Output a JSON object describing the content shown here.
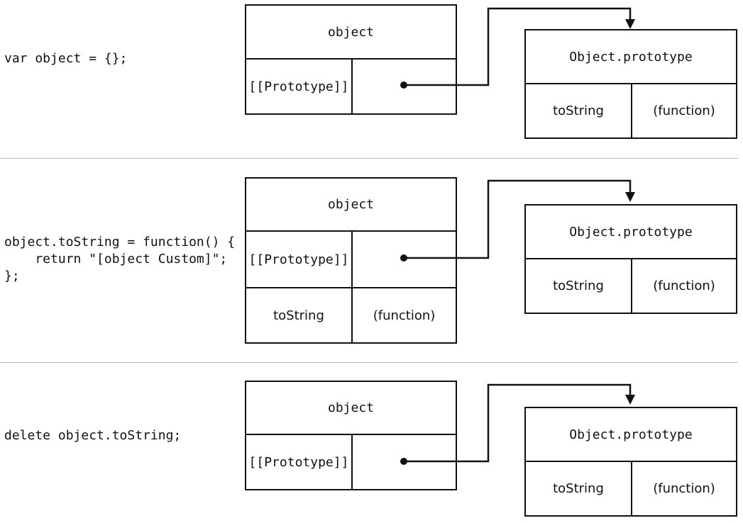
{
  "colors": {
    "line": "#111111",
    "divider": "#b8b8b8",
    "background": "#ffffff"
  },
  "panels": [
    {
      "code": "var object = {};",
      "object_box": {
        "title": "object",
        "rows": [
          {
            "key": "[[Prototype]]",
            "value": ""
          }
        ]
      },
      "prototype_box": {
        "title": "Object.prototype",
        "rows": [
          {
            "key": "toString",
            "value": "(function)"
          }
        ]
      }
    },
    {
      "code": "object.toString = function() {\n    return \"[object Custom]\";\n};",
      "object_box": {
        "title": "object",
        "rows": [
          {
            "key": "[[Prototype]]",
            "value": ""
          },
          {
            "key": "toString",
            "value": "(function)"
          }
        ]
      },
      "prototype_box": {
        "title": "Object.prototype",
        "rows": [
          {
            "key": "toString",
            "value": "(function)"
          }
        ]
      }
    },
    {
      "code": "delete object.toString;",
      "object_box": {
        "title": "object",
        "rows": [
          {
            "key": "[[Prototype]]",
            "value": ""
          }
        ]
      },
      "prototype_box": {
        "title": "Object.prototype",
        "rows": [
          {
            "key": "toString",
            "value": "(function)"
          }
        ]
      }
    }
  ]
}
